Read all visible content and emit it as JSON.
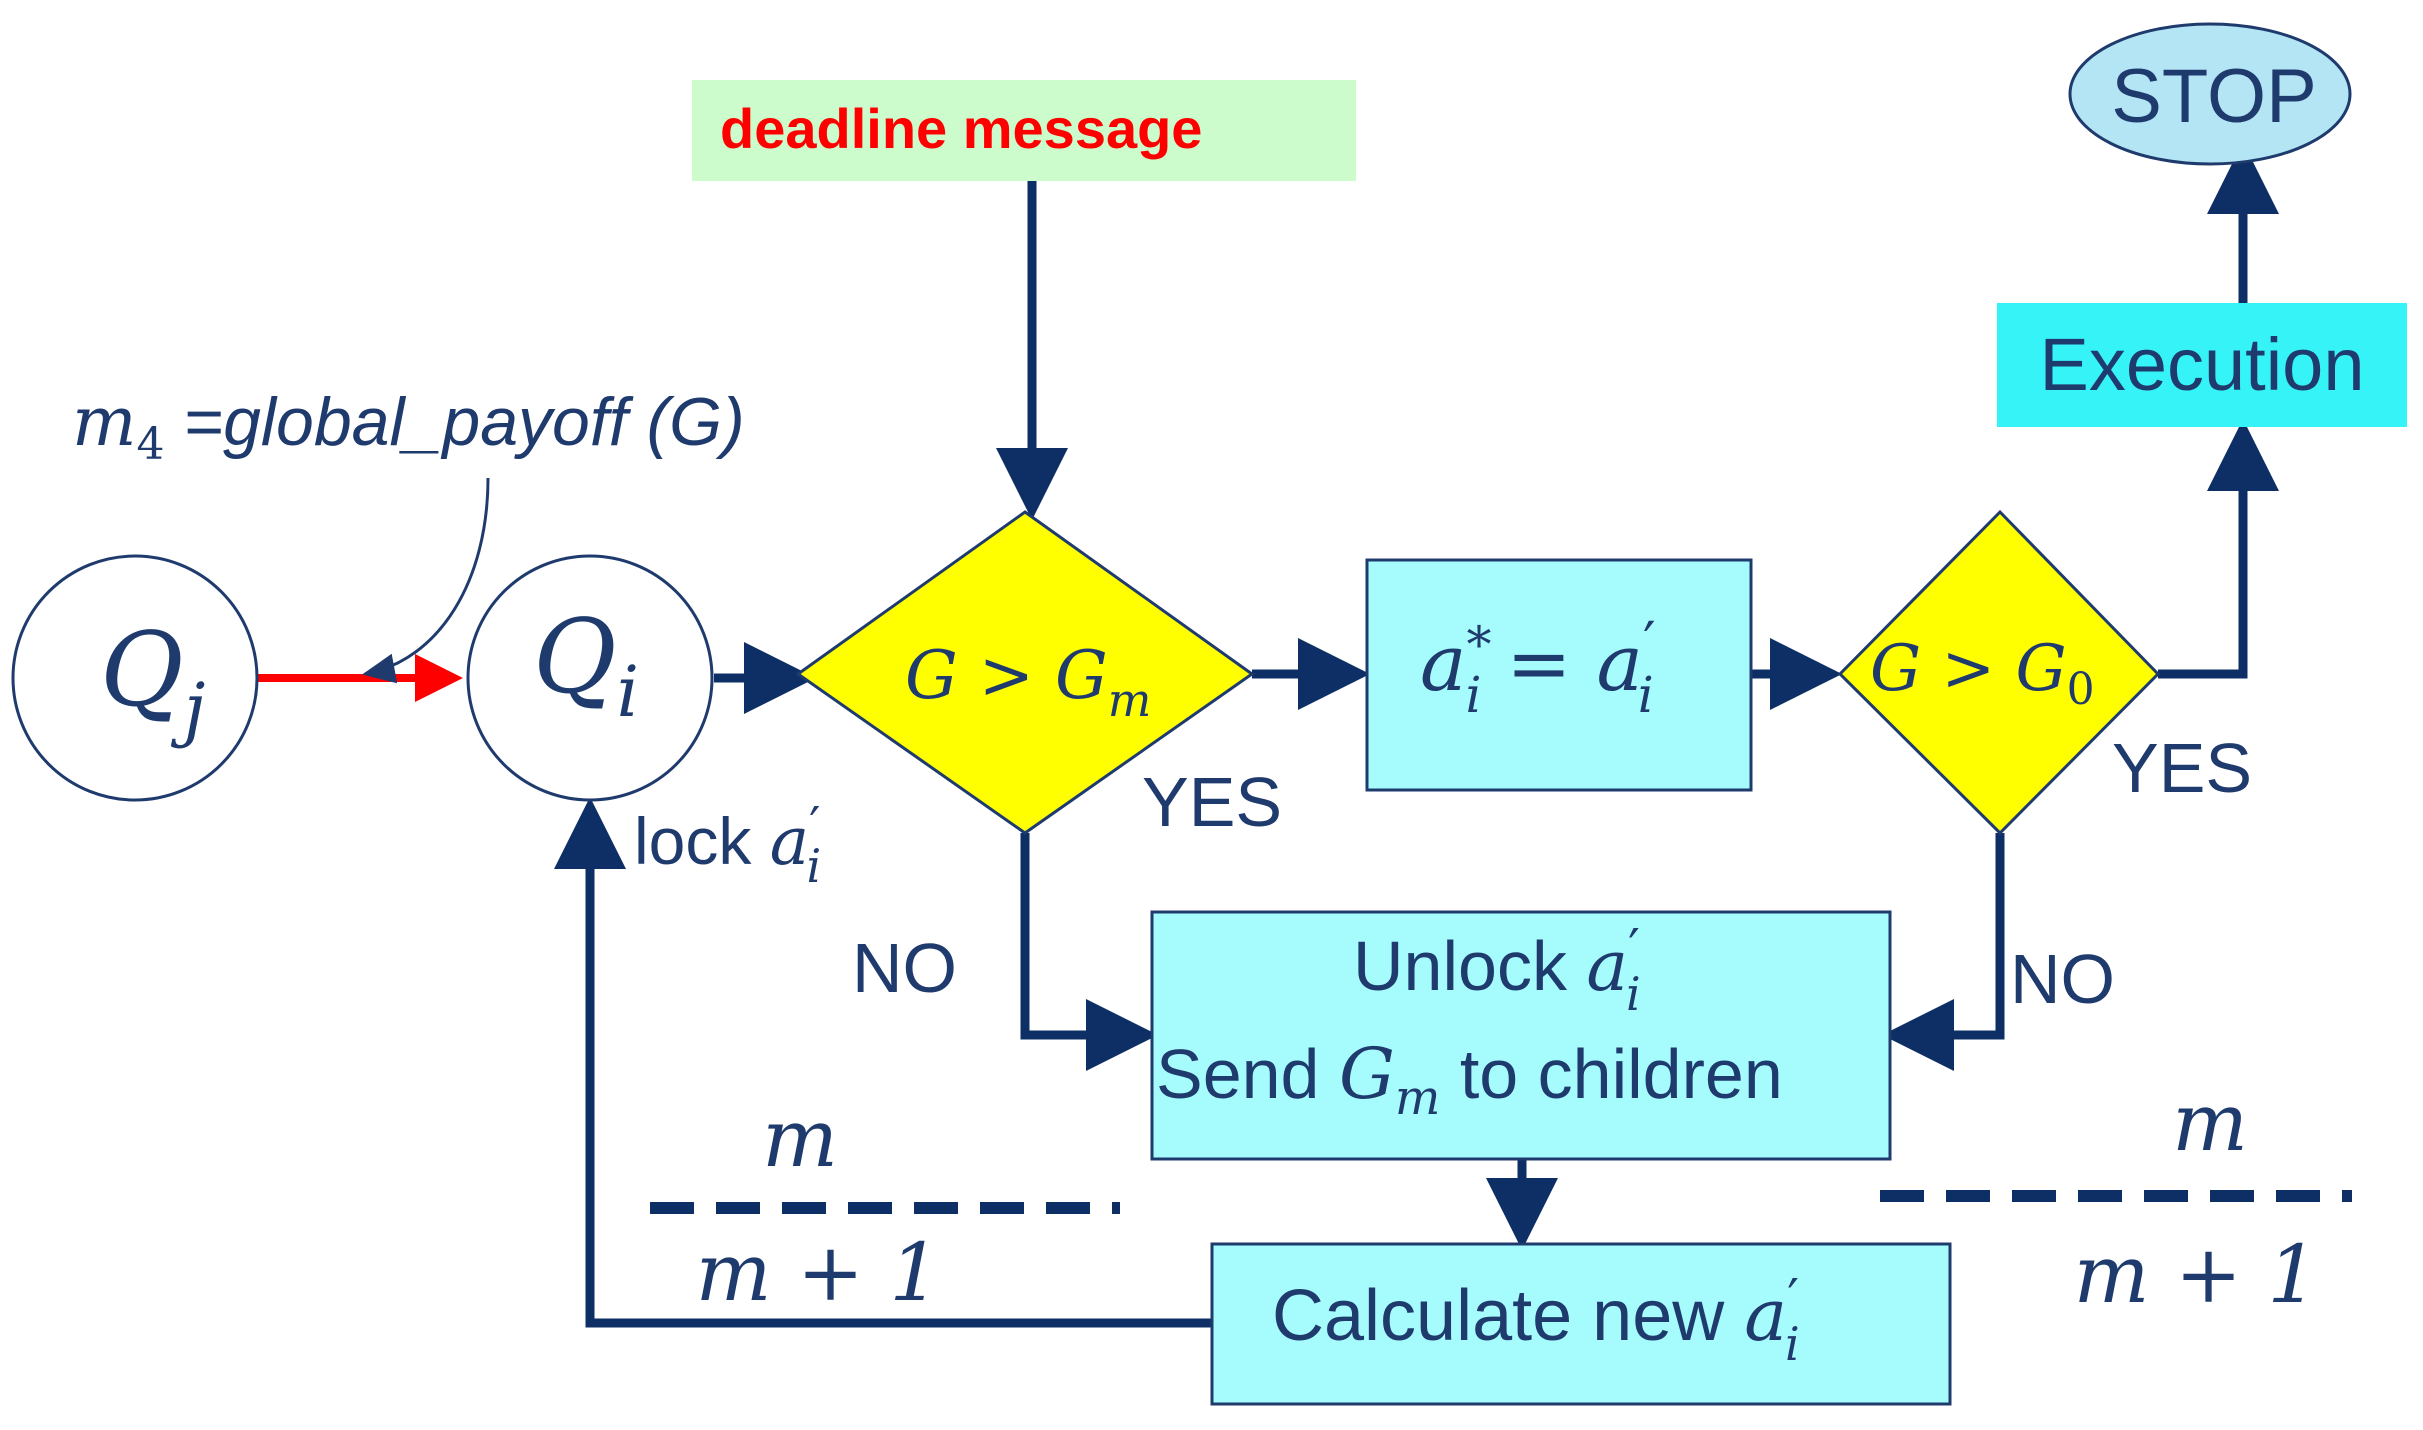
{
  "colors": {
    "navy": "#0e2f66",
    "text": "#1f3b6e",
    "red": "#ff0000",
    "cyan": "#a6fcfd",
    "cyan_strong": "#36f3f7",
    "yellow": "#ffff00",
    "green_note": "#ccfccc",
    "stop_fill": "#b3e5f4"
  },
  "nodes": {
    "deadline": {
      "label": "deadline message"
    },
    "stop": {
      "label": "STOP"
    },
    "execution": {
      "label": "Execution"
    },
    "qj": {
      "base": "Q",
      "sub": "j"
    },
    "qi": {
      "base": "Q",
      "sub": "i"
    },
    "decision_gm": {
      "lhs": "G > G",
      "sub": "m"
    },
    "assign": {
      "lhs": "a",
      "lhs_sup": "*",
      "lhs_sub": "i",
      "op": " = ",
      "rhs": "a",
      "rhs_prime": "′",
      "rhs_sub": "i"
    },
    "decision_g0": {
      "lhs": "G > G",
      "sub": "0"
    },
    "unlock": {
      "line1_text": "Unlock ",
      "line1_var": "a",
      "line1_prime": "′",
      "line1_sub": "i",
      "line2_pre": "Send ",
      "line2_var": "G",
      "line2_sub": "m",
      "line2_post": " to children"
    },
    "calc": {
      "text": "Calculate new ",
      "var": "a",
      "prime": "′",
      "sub": "i"
    }
  },
  "labels": {
    "message": {
      "var": "m",
      "sub": "4",
      "rest": " =global_payoff (G)"
    },
    "lock": {
      "text": "lock ",
      "var": "a",
      "prime": "′",
      "sub": "i"
    },
    "yes_left": "YES",
    "yes_right": "YES",
    "no_left": "NO",
    "no_right": "NO",
    "fraction_left": {
      "top": "m",
      "bottom": "m + 1"
    },
    "fraction_right": {
      "top": "m",
      "bottom": "m + 1"
    }
  }
}
